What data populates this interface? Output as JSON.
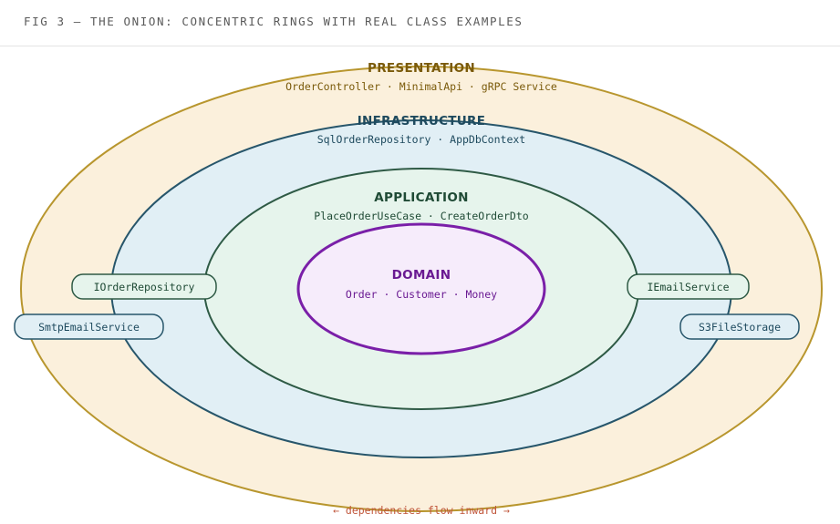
{
  "header": {
    "title": "FIG 3 — THE ONION: CONCENTRIC RINGS WITH REAL CLASS EXAMPLES"
  },
  "rings": {
    "presentation": {
      "title": "PRESENTATION",
      "examples": "OrderController · MinimalApi · gRPC Service",
      "fill": "#fbf0dc",
      "stroke": "#b8962e",
      "title_color": "#7a5a0a",
      "text_color": "#7a5a0a"
    },
    "infrastructure": {
      "title": "INFRASTRUCTURE",
      "examples": "SqlOrderRepository · AppDbContext",
      "fill": "#e1eff5",
      "stroke": "#27566b",
      "title_color": "#1e4a5e",
      "text_color": "#1e4a5e"
    },
    "application": {
      "title": "APPLICATION",
      "examples": "PlaceOrderUseCase · CreateOrderDto",
      "fill": "#e6f4ec",
      "stroke": "#2e5a45",
      "title_color": "#1f4a35",
      "text_color": "#1f4a35"
    },
    "domain": {
      "title": "DOMAIN",
      "examples": "Order · Customer · Money",
      "fill": "#f6ecfb",
      "stroke": "#7a1fa8",
      "title_color": "#6a1a92",
      "text_color": "#6a1a92"
    }
  },
  "pills": {
    "iorder_repository": {
      "label": "IOrderRepository",
      "fill": "#e6f4ec",
      "stroke": "#2e5a45",
      "text_color": "#1f4a35"
    },
    "iemail_service": {
      "label": "IEmailService",
      "fill": "#e6f4ec",
      "stroke": "#2e5a45",
      "text_color": "#1f4a35"
    },
    "smtp_email_service": {
      "label": "SmtpEmailService",
      "fill": "#e1eff5",
      "stroke": "#27566b",
      "text_color": "#1e4a5e"
    },
    "s3_file_storage": {
      "label": "S3FileStorage",
      "fill": "#e1eff5",
      "stroke": "#27566b",
      "text_color": "#1e4a5e"
    }
  },
  "footer": {
    "label": "← dependencies flow inward →",
    "color": "#c0553a"
  }
}
